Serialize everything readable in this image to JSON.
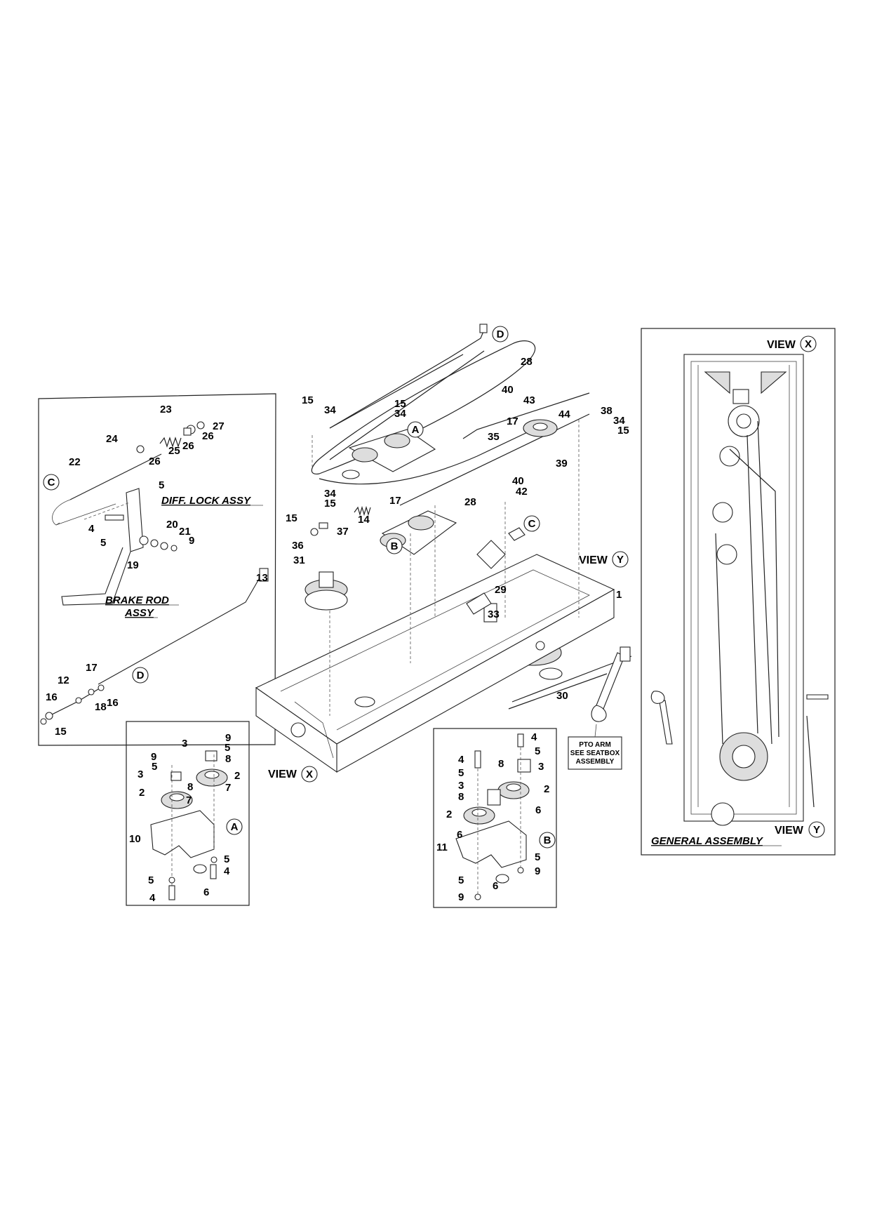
{
  "titles": {
    "diff_lock": "DIFF. LOCK ASSY",
    "brake_rod_1": "BRAKE ROD",
    "brake_rod_2": "ASSY",
    "general": "GENERAL ASSEMBLY"
  },
  "views": {
    "view_word": "VIEW",
    "x": "X",
    "y": "Y"
  },
  "note": {
    "line1": "PTO ARM",
    "line2": "SEE SEATBOX",
    "line3": "ASSEMBLY"
  },
  "markers": {
    "a": "A",
    "b": "B",
    "c": "C",
    "d": "D"
  },
  "callouts": {
    "main": [
      "28",
      "15",
      "34",
      "15",
      "34",
      "40",
      "43",
      "44",
      "38",
      "34",
      "15",
      "17",
      "35",
      "39",
      "34",
      "15",
      "17",
      "40",
      "42",
      "28",
      "15",
      "14",
      "37",
      "36",
      "31",
      "29",
      "1",
      "33",
      "30"
    ],
    "diff": [
      "23",
      "27",
      "26",
      "24",
      "25",
      "26",
      "26",
      "22",
      "5",
      "4",
      "5",
      "20",
      "21",
      "9",
      "19",
      "13",
      "17",
      "12",
      "16",
      "18",
      "16",
      "15"
    ],
    "a": [
      "9",
      "3",
      "5",
      "9",
      "5",
      "8",
      "3",
      "2",
      "7",
      "2",
      "8",
      "7",
      "10",
      "5",
      "4",
      "5",
      "4",
      "6"
    ],
    "b": [
      "4",
      "5",
      "4",
      "5",
      "8",
      "3",
      "2",
      "3",
      "8",
      "6",
      "2",
      "11",
      "6",
      "5",
      "9",
      "5",
      "9",
      "6"
    ]
  }
}
